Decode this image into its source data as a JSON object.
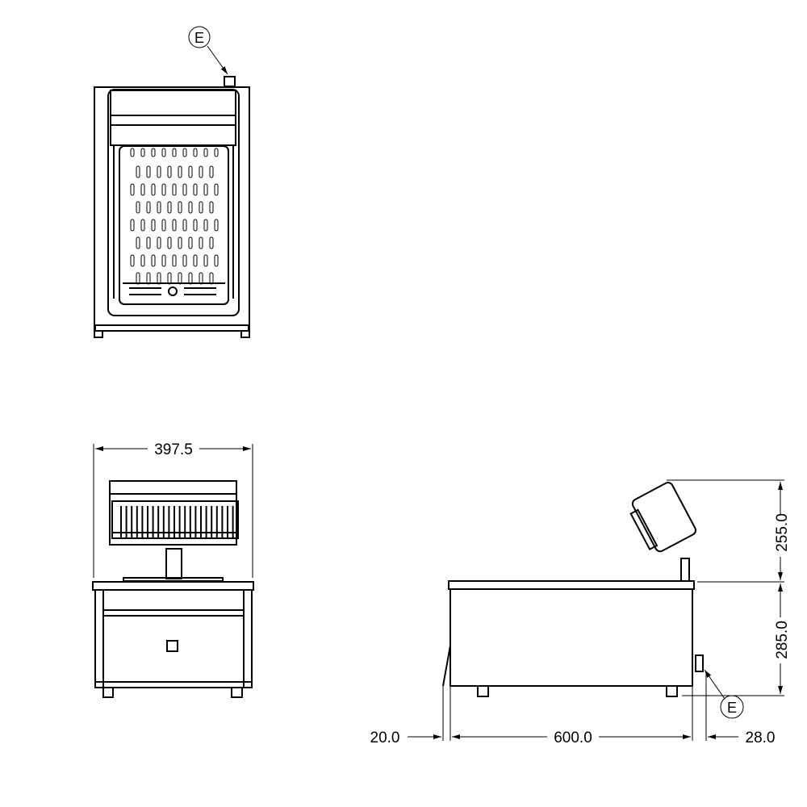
{
  "drawing": {
    "callout_label": "E",
    "dimensions": {
      "width": "397.5",
      "basket_height": "255.0",
      "body_height": "285.0",
      "left_offset": "20.0",
      "depth": "600.0",
      "right_offset": "28.0"
    }
  }
}
